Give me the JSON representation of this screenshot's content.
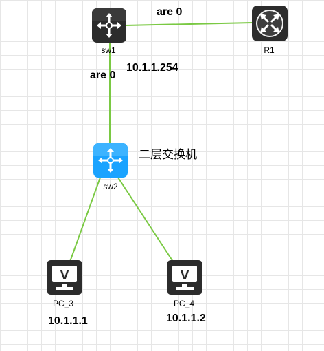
{
  "devices": {
    "sw1": {
      "name": "sw1",
      "color": "#2c2c2c"
    },
    "r1": {
      "name": "R1",
      "color": "#2c2c2c"
    },
    "sw2": {
      "name": "sw2",
      "color": "#1aa3ff"
    },
    "pc3": {
      "name": "PC_3",
      "color": "#2c2c2c"
    },
    "pc4": {
      "name": "PC_4",
      "color": "#2c2c2c"
    }
  },
  "annotations": {
    "area_top": "are 0",
    "area_left": "are  0",
    "gateway_ip": "10.1.1.254",
    "sw2_note": "二层交换机",
    "pc3_ip": "10.1.1.1",
    "pc4_ip": "10.1.1.2"
  },
  "link_color": "#7ac943",
  "grid_color": "#e6e6e6"
}
